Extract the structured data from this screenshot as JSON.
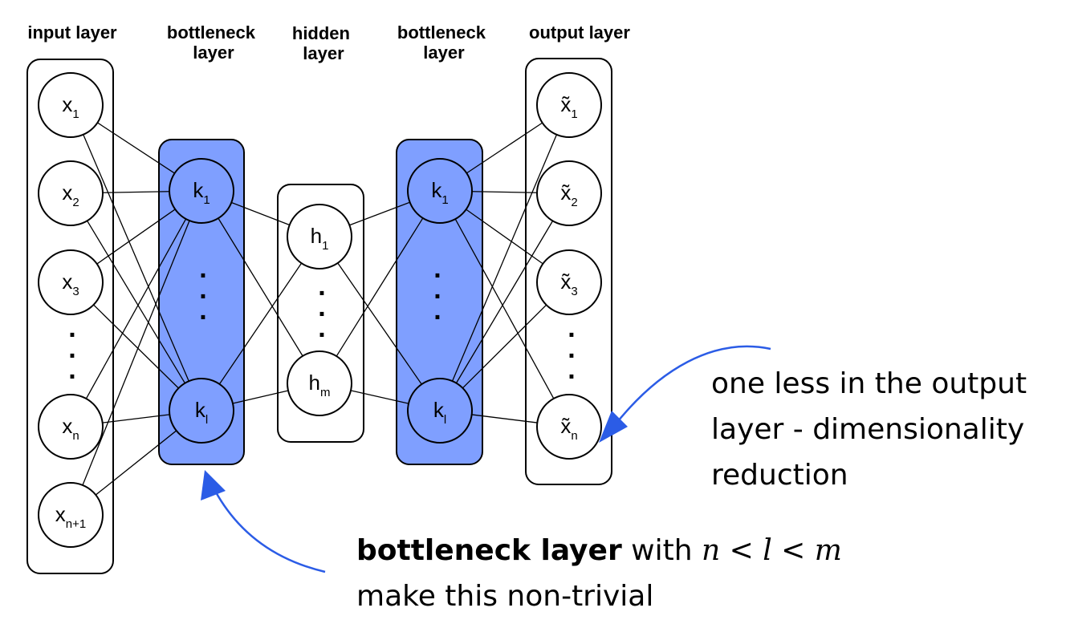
{
  "columns": {
    "input": "input layer",
    "bottleneck_left": [
      "bottleneck",
      "layer"
    ],
    "hidden": [
      "hidden",
      "layer"
    ],
    "bottleneck_right": [
      "bottleneck",
      "layer"
    ],
    "output": "output layer"
  },
  "nodes": {
    "input": [
      {
        "base": "x",
        "sub": "1"
      },
      {
        "base": "x",
        "sub": "2"
      },
      {
        "base": "x",
        "sub": "3"
      },
      {
        "base": "x",
        "sub": "n"
      },
      {
        "base": "x",
        "sub": "n+1"
      }
    ],
    "bottleneck_left": [
      {
        "base": "k",
        "sub": "1"
      },
      {
        "base": "k",
        "sub": "l"
      }
    ],
    "hidden": [
      {
        "base": "h",
        "sub": "1"
      },
      {
        "base": "h",
        "sub": "m"
      }
    ],
    "bottleneck_right": [
      {
        "base": "k",
        "sub": "1"
      },
      {
        "base": "k",
        "sub": "l"
      }
    ],
    "output": [
      {
        "base": "x̃",
        "sub": "1"
      },
      {
        "base": "x̃",
        "sub": "2"
      },
      {
        "base": "x̃",
        "sub": "3"
      },
      {
        "base": "x̃",
        "sub": "n"
      }
    ]
  },
  "ellipsis": ".",
  "annotations": {
    "output_note": [
      "one less in the output",
      "layer - dimensionality",
      "reduction"
    ],
    "bottleneck_note": {
      "bold": "bottleneck layer",
      "text": " with ",
      "math": "n < l < m",
      "line2": "make this non-trivial"
    }
  },
  "colors": {
    "bottleneck_fill": "#7f9fff",
    "arrow": "#2b5ce6",
    "stroke": "#000000"
  }
}
